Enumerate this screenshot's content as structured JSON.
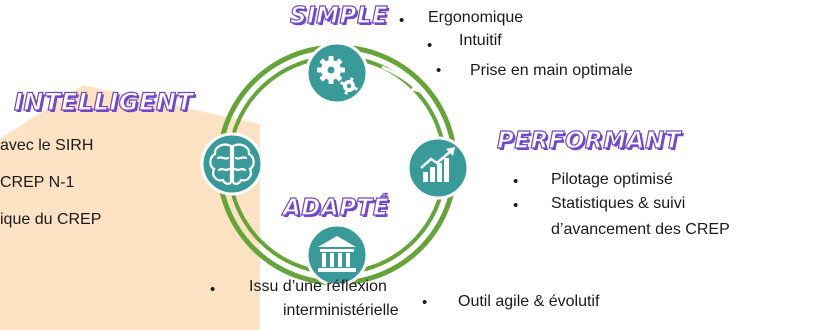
{
  "headings": {
    "simple": "SIMPLE",
    "intelligent": "INTELLIGENT",
    "performant": "PERFORMANT",
    "adapte": "ADAPTÉ"
  },
  "bullet_glyph": "•",
  "simple_items": [
    "Ergonomique",
    "Intuitif",
    "Prise en main optimale"
  ],
  "intelligent_items": [
    "avec le SIRH",
    "CREP N-1",
    "ique du CREP"
  ],
  "performant_items": [
    "Pilotage optimisé",
    "Statistiques & suivi",
    "d’avancement des CREP"
  ],
  "adapte_items": [
    "Issu d’une réflexion",
    "interministérielle",
    "Outil agile & évolutif"
  ],
  "icons": {
    "top": "gears-icon",
    "right": "growth-chart-icon",
    "bottom": "institution-building-icon",
    "left": "brain-icon"
  },
  "colors": {
    "ring": "#66a33a",
    "icon_circle": "#3a9a9a",
    "heading_outline": "#7048c8",
    "peach_background": "#fde3c4",
    "arrow": "#ffffff"
  }
}
